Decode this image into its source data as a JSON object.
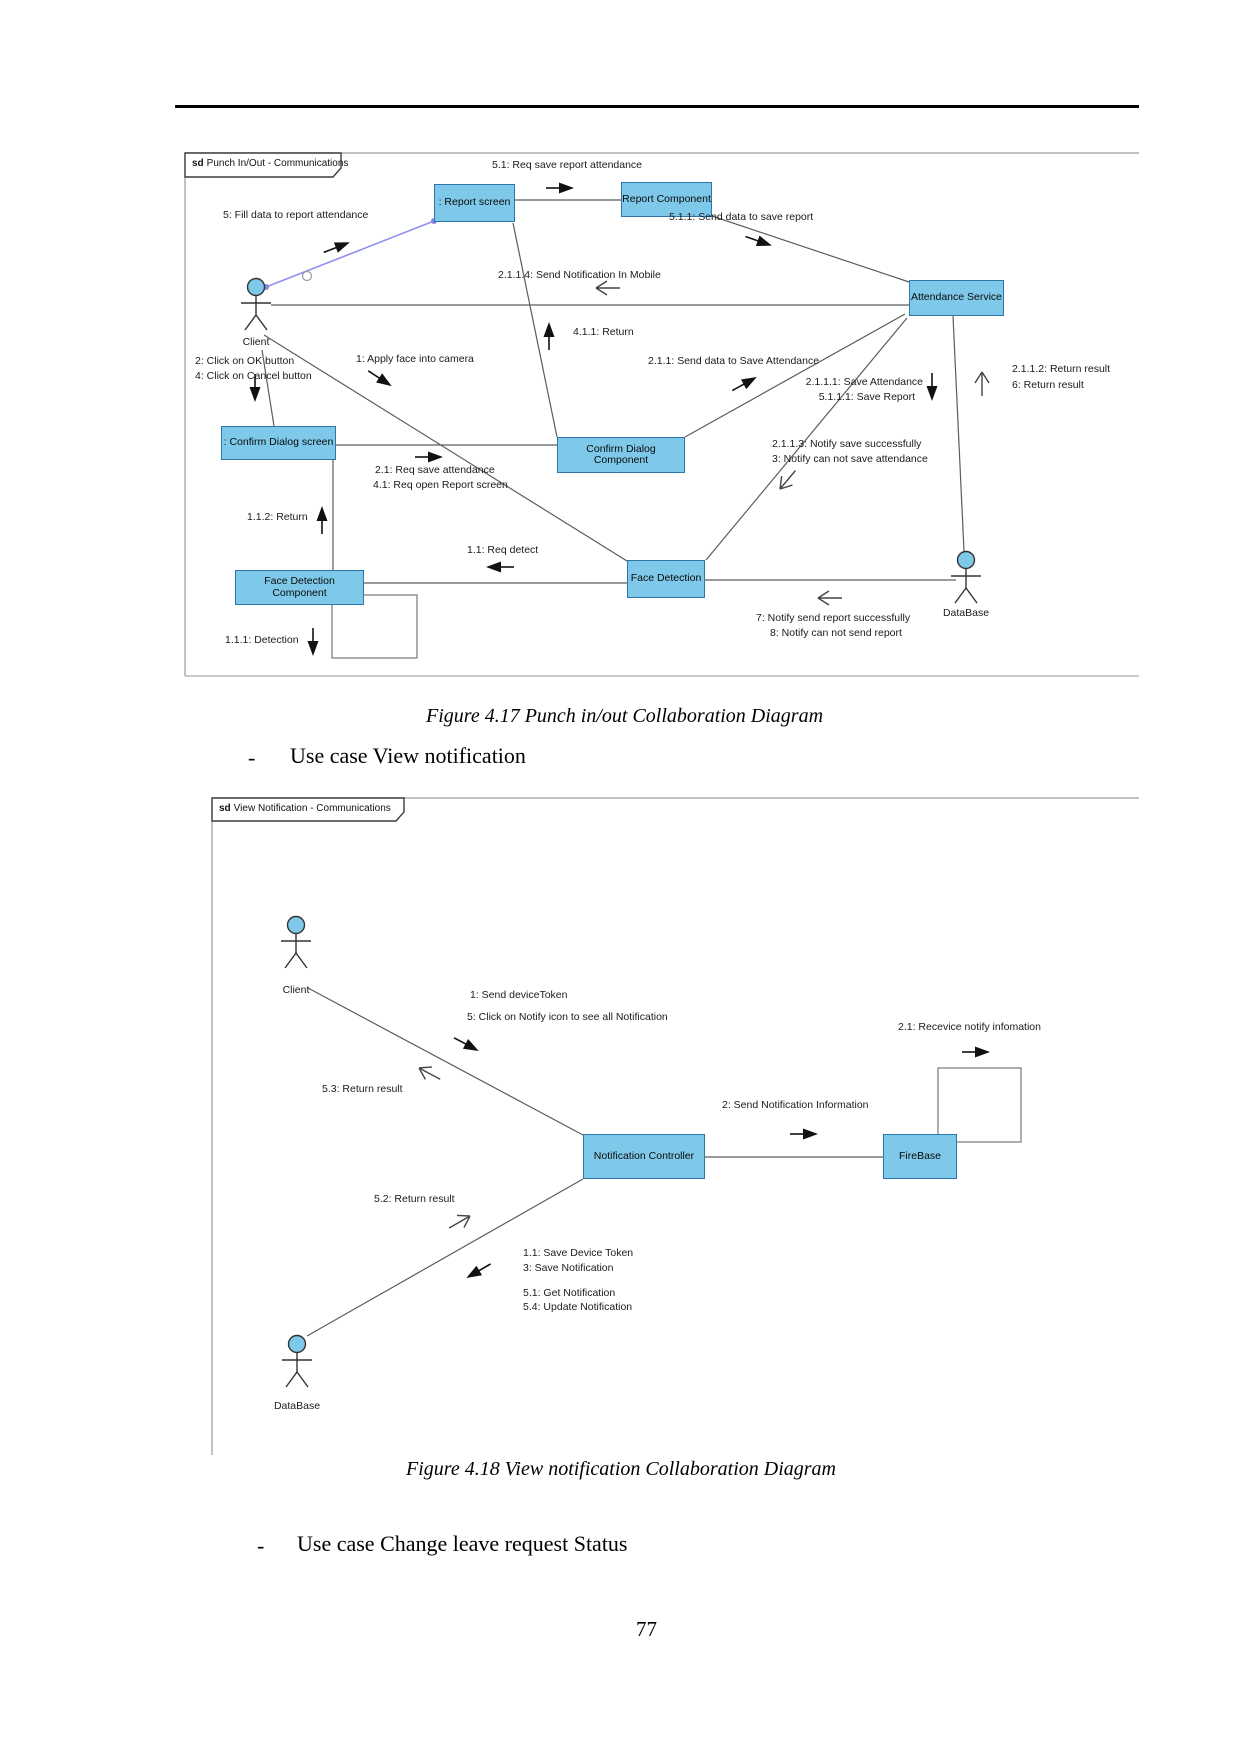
{
  "page": {
    "number": "77"
  },
  "text": {
    "caption_fig17": "Figure 4.17 Punch in/out Collaboration Diagram",
    "bullet1_dash": "-",
    "bullet1": "Use case View notification",
    "caption_fig18": "Figure 4.18 View notification Collaboration Diagram",
    "bullet2_dash": "-",
    "bullet2": "Use case Change leave request Status"
  },
  "colors": {
    "box_fill": "#7EC9E9",
    "box_border": "#2E75A8",
    "line_gray": "#666666",
    "accent_purple": "#8f8ff0"
  },
  "diagram1": {
    "tab": {
      "keyword": "sd",
      "title": "Punch In/Out - Communications"
    },
    "boxes": {
      "report_screen": ": Report screen",
      "report_component": "Report Component",
      "attendance_service": "Attendance Service",
      "confirm_dialog_screen": ": Confirm Dialog screen",
      "confirm_dialog_component": "Confirm Dialog Component",
      "face_detection_component": "Face Detection Component",
      "face_detection": "Face Detection"
    },
    "actors": {
      "client": "Client",
      "database": "DataBase"
    },
    "messages": {
      "m5_fill": "5: Fill data to report attendance",
      "m51_req_save": "5.1: Req save report attendance",
      "m511_send_data": "5.1.1: Send data to save report",
      "m2114_send_notification": "2.1.1.4: Send Notification In Mobile",
      "m411_return": "4.1.1: Return",
      "m211_send_data": "2.1.1: Send data to Save Attendance",
      "m2111_save_attendance": "2.1.1.1: Save Attendance",
      "m5111_save_report": "5.1.1.1: Save Report",
      "m2112_return_result": "2.1.1.2: Return result",
      "m6_return_result": "6: Return result",
      "m2_click_ok": "2: Click on OK button",
      "m4_click_cancel": "4: Click on Cancel button",
      "m1_apply_face": "1: Apply face into camera",
      "m21_req_save": "2.1: Req save attendance",
      "m41_req_open": "4.1: Req open Report screen",
      "m2113_notify_success": "2.1.1.3: Notify save successfully",
      "m3_notify_fail": "3: Notify can not save attendance",
      "m112_return": "1.1.2: Return",
      "m11_req_detect": "1.1: Req detect",
      "m111_detection": "1.1.1: Detection",
      "m7_notify_success": "7: Notify send report successfully",
      "m8_notify_fail": "8: Notify can not send report"
    }
  },
  "diagram2": {
    "tab": {
      "keyword": "sd",
      "title": "View Notification - Communications"
    },
    "boxes": {
      "notification_controller": "Notification Controller",
      "firebase": "FireBase"
    },
    "actors": {
      "client": "Client",
      "database": "DataBase"
    },
    "messages": {
      "m1_send_token": "1: Send deviceToken",
      "m5_click_notify": "5: Click on Notify icon to see all Notification",
      "m53_return_result": "5.3: Return result",
      "m21_receive_notify": "2.1: Recevice notify infomation",
      "m2_send_notification": "2: Send Notification Information",
      "m52_return_result": "5.2: Return result",
      "m11_save_token": "1.1: Save Device Token",
      "m3_save_notification": "3: Save Notification",
      "m51_get_notification": "5.1: Get Notification",
      "m54_update_notification": "5.4: Update Notification"
    }
  }
}
